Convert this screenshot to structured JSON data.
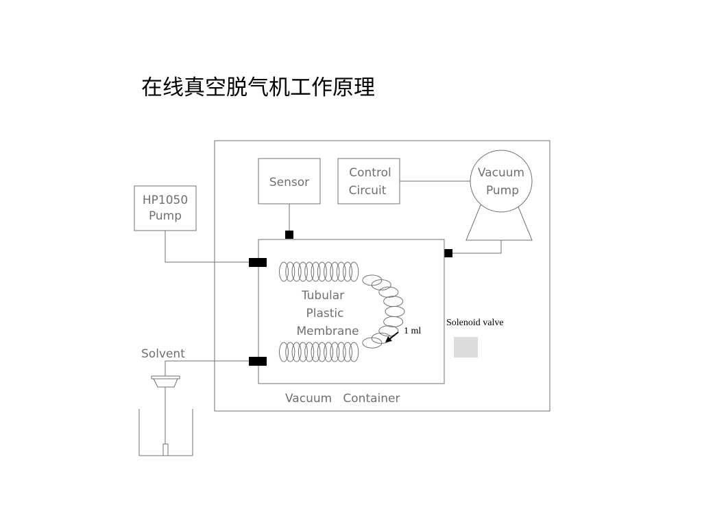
{
  "title": "在线真空脱气机工作原理",
  "labels": {
    "sensor": "Sensor",
    "control_circuit": [
      "Control",
      "Circuit"
    ],
    "vacuum_pump": [
      "Vacuum",
      "Pump"
    ],
    "hp_pump": [
      "HP1050",
      "Pump"
    ],
    "membrane": [
      "Tubular",
      "Plastic",
      "Membrane"
    ],
    "volume": "1 ml",
    "solenoid_valve": "Solenoid valve",
    "solvent": "Solvent",
    "container": "Vacuum   Container"
  },
  "colors": {
    "line": "#6f6f6f",
    "connector": "#000000",
    "valve_fill": "#dcdcdc"
  }
}
